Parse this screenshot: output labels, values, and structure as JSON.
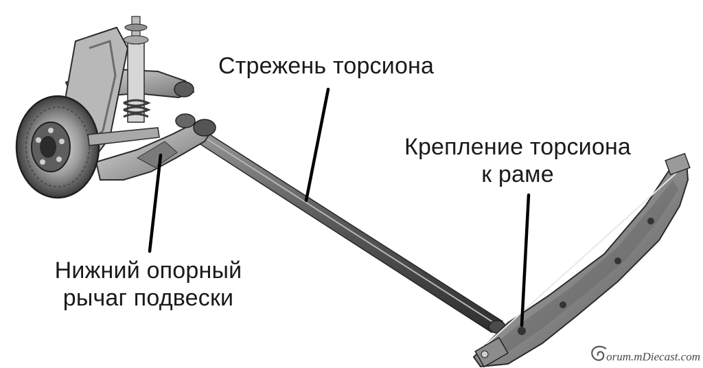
{
  "labels": {
    "torsion_rod": "Стрежень торсиона",
    "mount_line1": "Крепление торсиона",
    "mount_line2": "к раме",
    "arm_line1": "Нижний опорный",
    "arm_line2": "рычаг подвески"
  },
  "watermark": {
    "text": "orum.mDiecast.com"
  },
  "colors": {
    "background": "#ffffff",
    "metal_dark": "#3a3a3a",
    "metal_mid": "#7d7d7d",
    "metal_light": "#c9c9c9",
    "pointer": "#000000"
  }
}
